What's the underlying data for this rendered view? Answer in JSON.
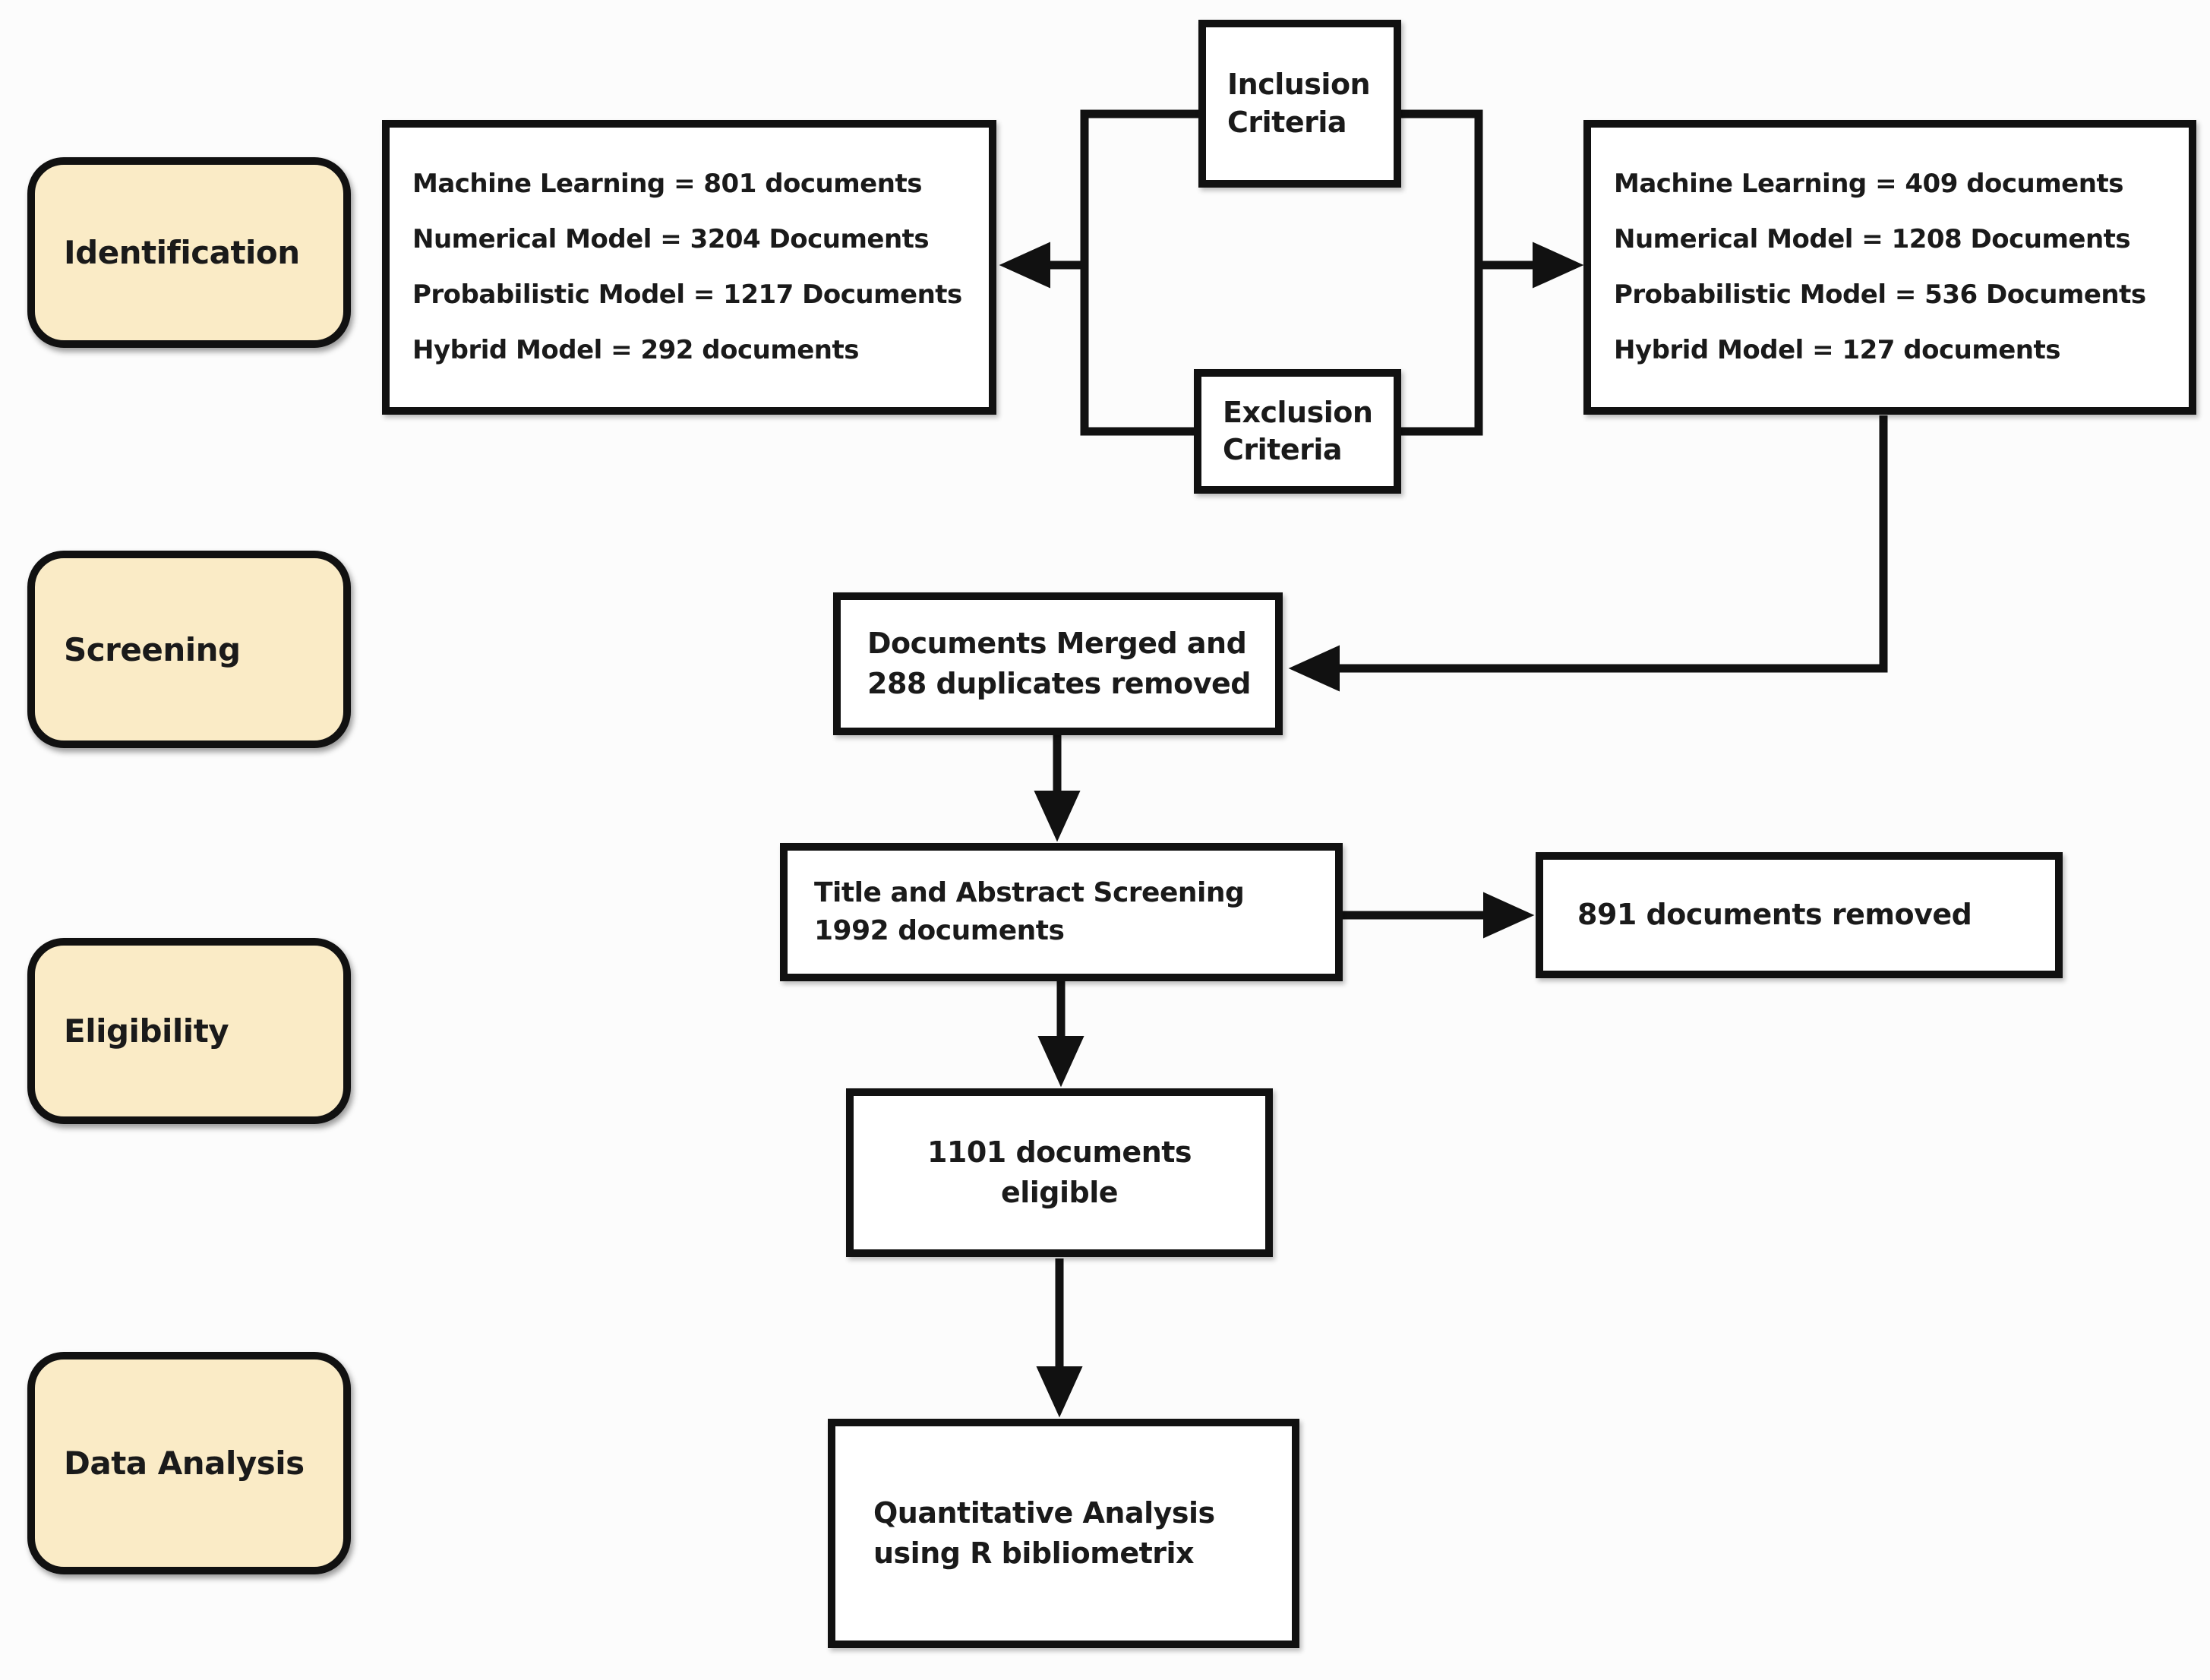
{
  "colors": {
    "stage_fill": "#FAEBC6",
    "box_fill": "#FFFFFF",
    "line": "#111111",
    "background": "#FCFCFC",
    "text": "#1A1A1A"
  },
  "stages": [
    {
      "label": "Identification"
    },
    {
      "label": "Screening"
    },
    {
      "label": "Eligibility"
    },
    {
      "label": "Data Analysis"
    }
  ],
  "criteria": {
    "inclusion": {
      "lines": [
        "Inclusion",
        "Criteria"
      ]
    },
    "exclusion": {
      "lines": [
        "Exclusion",
        "Criteria"
      ]
    }
  },
  "sources": {
    "initial": {
      "lines": [
        "Machine Learning = 801 documents",
        "Numerical Model = 3204 Documents",
        "Probabilistic Model = 1217 Documents",
        "Hybrid Model = 292 documents"
      ]
    },
    "filtered": {
      "lines": [
        "Machine Learning = 409 documents",
        "Numerical Model = 1208 Documents",
        "Probabilistic Model = 536 Documents",
        "Hybrid Model = 127 documents"
      ]
    }
  },
  "flow": {
    "merged": {
      "lines": [
        "Documents Merged and",
        "288 duplicates removed"
      ]
    },
    "title_screening": {
      "lines": [
        "Title and Abstract Screening",
        "1992 documents"
      ]
    },
    "removed": {
      "lines": [
        "891 documents removed"
      ]
    },
    "eligible": {
      "lines": [
        "1101 documents",
        "eligible"
      ]
    },
    "analysis": {
      "lines": [
        "Quantitative Analysis",
        "using R bibliometrix"
      ]
    }
  }
}
